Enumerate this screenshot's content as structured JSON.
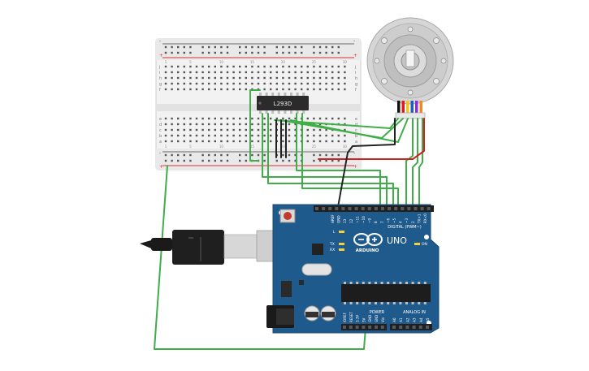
{
  "breadboard": {
    "rail_plus": "+",
    "rail_minus": "-",
    "row_letters_top": [
      "j",
      "i",
      "h",
      "g",
      "f"
    ],
    "row_letters_bottom": [
      "e",
      "d",
      "c",
      "b",
      "a"
    ],
    "column_count": 30
  },
  "driver_chip": {
    "label": "L293D"
  },
  "motor": {
    "wire_colors": [
      "#111111",
      "#e0191b",
      "#f0c419",
      "#1a5ec8",
      "#8a2be2",
      "#f08a1c"
    ]
  },
  "arduino": {
    "brand": "ARDUINO",
    "model": "UNO",
    "on_label": "ON",
    "tx_label": "TX",
    "rx_label": "RX",
    "l_label": "L",
    "digital_header": "DIGITAL (PWM~)",
    "digital_pins": [
      "AREF",
      "GND",
      "13",
      "12",
      "~11",
      "~10",
      "~9",
      "8",
      "7",
      "~6",
      "~5",
      "4",
      "~3",
      "2",
      "TX>1",
      "RX<0"
    ],
    "power_header": "POWER",
    "power_pins": [
      "IOREF",
      "RESET",
      "3.3V",
      "5V",
      "GND",
      "GND",
      "Vin"
    ],
    "analog_header": "ANALOG IN",
    "analog_pins": [
      "A0",
      "A1",
      "A2",
      "A3",
      "A4",
      "A5"
    ]
  },
  "colors": {
    "board": "#1f5a8c",
    "wire_green": "#3fae49",
    "wire_black": "#222222",
    "wire_red": "#cc2222"
  }
}
